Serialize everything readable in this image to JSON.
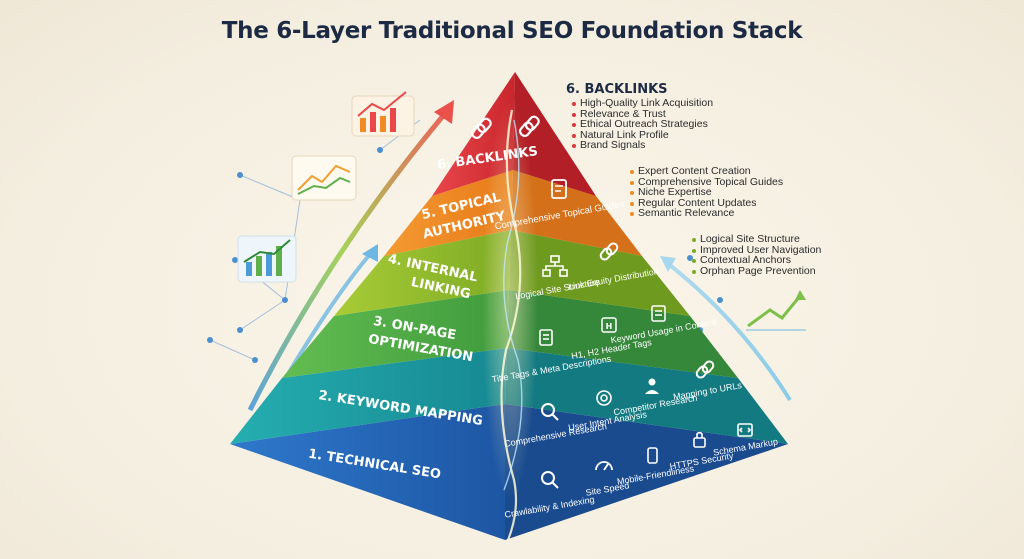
{
  "title": "The 6-Layer Traditional SEO Foundation Stack",
  "colors": {
    "layer6": "#d9383a",
    "layer5": "#f08a24",
    "layer4": "#8fbf2e",
    "layer3": "#4fae46",
    "layer2": "#1c9aa0",
    "layer1": "#2466b8"
  },
  "layers": {
    "backlinks": {
      "label": "6. BACKLINKS",
      "heading": "6. BACKLINKS",
      "points": [
        "High-Quality Link Acquisition",
        "Relevance & Trust",
        "Ethical Outreach Strategies",
        "Natural Link Profile",
        "Brand Signals"
      ]
    },
    "topical_authority": {
      "label_line1": "5. TOPICAL",
      "label_line2": "AUTHORITY",
      "items": [
        "Comprehensive Topical Guides"
      ],
      "points": [
        "Expert Content Creation",
        "Comprehensive Topical Guides",
        "Niche Expertise",
        "Regular Content Updates",
        "Semantic Relevance"
      ]
    },
    "internal_linking": {
      "label_line1": "4. INTERNAL",
      "label_line2": "LINKING",
      "items": [
        "Logical Site Structure",
        "Link Equity Distribution"
      ],
      "points": [
        "Logical Site Structure",
        "Improved User Navigation",
        "Contextual Anchors",
        "Orphan Page Prevention"
      ]
    },
    "on_page": {
      "label_line1": "3. ON-PAGE",
      "label_line2": "OPTIMIZATION",
      "items": [
        "Title Tags & Meta Descriptions",
        "H1, H2 Header Tags",
        "Keyword Usage in Content"
      ]
    },
    "keyword_mapping": {
      "label": "2. KEYWORD MAPPING",
      "items": [
        "Comprehensive Research",
        "User Intent Analysis",
        "Competitor Research",
        "Mapping to URLs"
      ]
    },
    "technical_seo": {
      "label": "1. TECHNICAL SEO",
      "items": [
        "Crawlability & Indexing",
        "Site Speed",
        "Mobile-Friendliness",
        "HTTPS Security",
        "Schema Markup"
      ]
    }
  },
  "icons": {
    "backlinks": [
      "link-icon",
      "link-icon"
    ],
    "topical_authority": [
      "document-edit-icon"
    ],
    "internal_linking": [
      "sitemap-icon",
      "link-icon"
    ],
    "on_page": [
      "document-icon",
      "heading-icon",
      "document-list-icon"
    ],
    "keyword_mapping": [
      "magnifier-icon",
      "target-icon",
      "people-icon",
      "link-icon"
    ],
    "technical_seo": [
      "magnifier-icon",
      "speedometer-icon",
      "mobile-phone-icon",
      "lock-icon",
      "code-icon"
    ],
    "decor": [
      "bar-chart-icon",
      "line-chart-icon",
      "growth-arrow-icon"
    ]
  }
}
